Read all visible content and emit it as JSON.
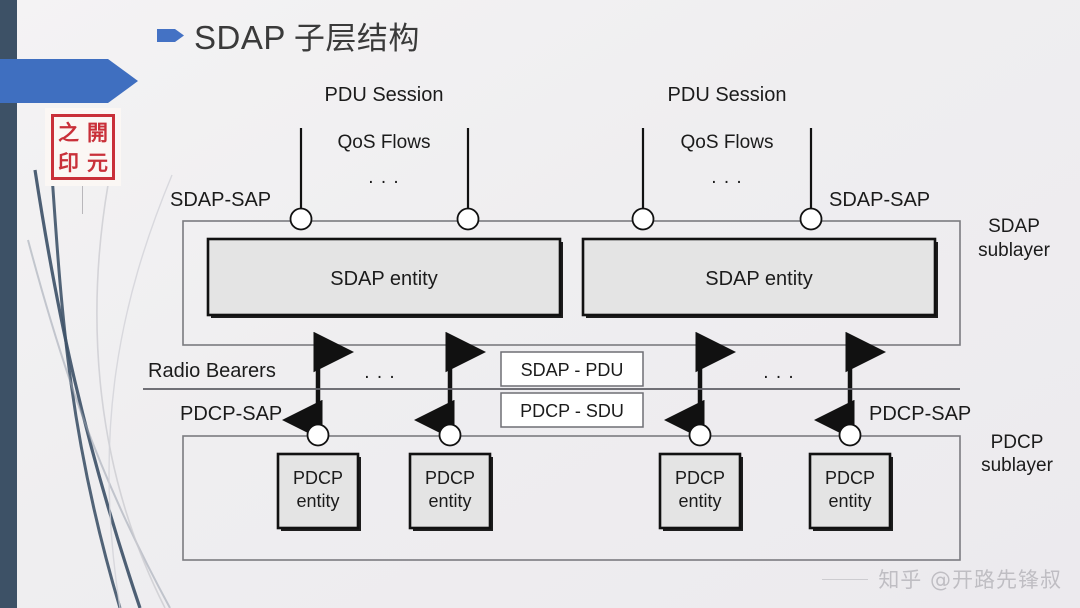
{
  "slide": {
    "title_en": "SDAP",
    "title_cn": "子层结构",
    "bullet_icon": "blue-arrow-bullet",
    "background_color": "#f0eff1",
    "accent_color": "#4472c4",
    "left_bar_color": "#3d5166"
  },
  "seal": {
    "name": "chinese-seal-stamp",
    "characters": [
      "之",
      "開",
      "印",
      "元"
    ],
    "color": "#c5202a"
  },
  "diagram": {
    "top_labels": {
      "pdu_session_left": "PDU Session",
      "pdu_session_right": "PDU Session",
      "qos_flows_left": "QoS Flows",
      "qos_flows_right": "QoS Flows",
      "ellipsis_left": ". . .",
      "ellipsis_right": ". . ."
    },
    "sap_labels": {
      "sdap_sap_left": "SDAP-SAP",
      "sdap_sap_right": "SDAP-SAP",
      "pdcp_sap_left": "PDCP-SAP",
      "pdcp_sap_right": "PDCP-SAP"
    },
    "sublayer_labels": {
      "sdap_line1": "SDAP",
      "sdap_line2": "sublayer",
      "pdcp_line1": "PDCP",
      "pdcp_line2": "sublayer"
    },
    "sdap_entities": [
      {
        "label": "SDAP entity"
      },
      {
        "label": "SDAP entity"
      }
    ],
    "pdcp_entities": [
      {
        "line1": "PDCP",
        "line2": "entity"
      },
      {
        "line1": "PDCP",
        "line2": "entity"
      },
      {
        "line1": "PDCP",
        "line2": "entity"
      },
      {
        "line1": "PDCP",
        "line2": "entity"
      }
    ],
    "middle": {
      "radio_bearers": "Radio Bearers",
      "ellipsis_left": ". . .",
      "ellipsis_right": ". . .",
      "sdap_pdu_box": "SDAP - PDU",
      "pdcp_sdu_box": "PDCP - SDU"
    }
  },
  "watermark": {
    "text": "知乎 @开路先锋叔"
  }
}
